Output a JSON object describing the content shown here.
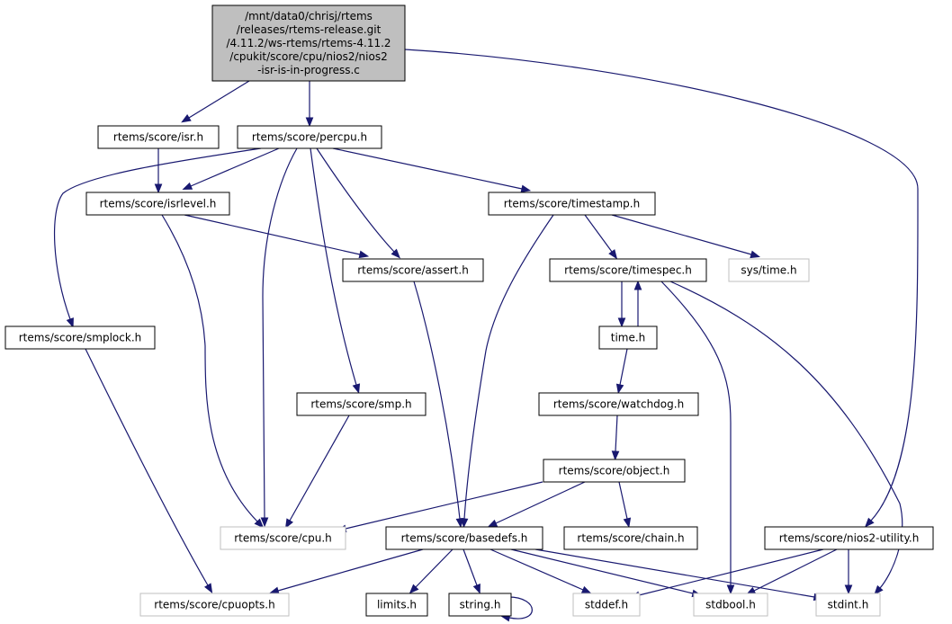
{
  "colors": {
    "edge": "#191970",
    "root_fill": "#bfbfbf",
    "node_border": "#000000",
    "missing_border": "#bfbfbf",
    "missing_text": "#404040",
    "background": "#ffffff"
  },
  "nodes": [
    {
      "id": "root",
      "kind": "root",
      "lines": [
        "/mnt/data0/chrisj/rtems",
        "/releases/rtems-release.git",
        "/4.11.2/ws-rtems/rtems-4.11.2",
        "/cpukit/score/cpu/nios2/nios2",
        "-isr-is-in-progress.c"
      ]
    },
    {
      "id": "isr",
      "kind": "file",
      "lines": [
        "rtems/score/isr.h"
      ]
    },
    {
      "id": "percpu",
      "kind": "file",
      "lines": [
        "rtems/score/percpu.h"
      ]
    },
    {
      "id": "isrlevel",
      "kind": "file",
      "lines": [
        "rtems/score/isrlevel.h"
      ]
    },
    {
      "id": "timestamp",
      "kind": "file",
      "lines": [
        "rtems/score/timestamp.h"
      ]
    },
    {
      "id": "assert",
      "kind": "file",
      "lines": [
        "rtems/score/assert.h"
      ]
    },
    {
      "id": "timespec",
      "kind": "file",
      "lines": [
        "rtems/score/timespec.h"
      ]
    },
    {
      "id": "systime",
      "kind": "missing",
      "lines": [
        "sys/time.h"
      ]
    },
    {
      "id": "smplock",
      "kind": "file",
      "lines": [
        "rtems/score/smplock.h"
      ]
    },
    {
      "id": "timeh",
      "kind": "file",
      "lines": [
        "time.h"
      ]
    },
    {
      "id": "smp",
      "kind": "file",
      "lines": [
        "rtems/score/smp.h"
      ]
    },
    {
      "id": "watchdog",
      "kind": "file",
      "lines": [
        "rtems/score/watchdog.h"
      ]
    },
    {
      "id": "object",
      "kind": "file",
      "lines": [
        "rtems/score/object.h"
      ]
    },
    {
      "id": "cpu",
      "kind": "missing",
      "lines": [
        "rtems/score/cpu.h"
      ]
    },
    {
      "id": "basedefs",
      "kind": "file",
      "lines": [
        "rtems/score/basedefs.h"
      ]
    },
    {
      "id": "chain",
      "kind": "file",
      "lines": [
        "rtems/score/chain.h"
      ]
    },
    {
      "id": "nios2util",
      "kind": "file",
      "lines": [
        "rtems/score/nios2-utility.h"
      ]
    },
    {
      "id": "cpuopts",
      "kind": "missing",
      "lines": [
        "rtems/score/cpuopts.h"
      ]
    },
    {
      "id": "limits",
      "kind": "file",
      "lines": [
        "limits.h"
      ]
    },
    {
      "id": "string",
      "kind": "file",
      "lines": [
        "string.h"
      ]
    },
    {
      "id": "stddef",
      "kind": "missing",
      "lines": [
        "stddef.h"
      ]
    },
    {
      "id": "stdbool",
      "kind": "missing",
      "lines": [
        "stdbool.h"
      ]
    },
    {
      "id": "stdint",
      "kind": "missing",
      "lines": [
        "stdint.h"
      ]
    }
  ],
  "edges": [
    {
      "from": "root",
      "to": "isr"
    },
    {
      "from": "root",
      "to": "percpu"
    },
    {
      "from": "root",
      "to": "nios2util"
    },
    {
      "from": "isr",
      "to": "isrlevel"
    },
    {
      "from": "percpu",
      "to": "isrlevel"
    },
    {
      "from": "percpu",
      "to": "smplock"
    },
    {
      "from": "percpu",
      "to": "cpu"
    },
    {
      "from": "percpu",
      "to": "smp"
    },
    {
      "from": "percpu",
      "to": "assert"
    },
    {
      "from": "percpu",
      "to": "timestamp"
    },
    {
      "from": "isrlevel",
      "to": "assert"
    },
    {
      "from": "isrlevel",
      "to": "cpu"
    },
    {
      "from": "timestamp",
      "to": "timespec"
    },
    {
      "from": "timestamp",
      "to": "systime"
    },
    {
      "from": "timestamp",
      "to": "basedefs"
    },
    {
      "from": "assert",
      "to": "basedefs"
    },
    {
      "from": "timespec",
      "to": "timeh"
    },
    {
      "from": "timeh",
      "to": "timespec"
    },
    {
      "from": "timespec",
      "to": "stdbool"
    },
    {
      "from": "timespec",
      "to": "stdint"
    },
    {
      "from": "timeh",
      "to": "watchdog"
    },
    {
      "from": "smplock",
      "to": "cpuopts"
    },
    {
      "from": "smp",
      "to": "cpu"
    },
    {
      "from": "watchdog",
      "to": "object"
    },
    {
      "from": "object",
      "to": "cpu"
    },
    {
      "from": "object",
      "to": "basedefs"
    },
    {
      "from": "object",
      "to": "chain"
    },
    {
      "from": "basedefs",
      "to": "cpuopts"
    },
    {
      "from": "basedefs",
      "to": "limits"
    },
    {
      "from": "basedefs",
      "to": "string"
    },
    {
      "from": "basedefs",
      "to": "stddef"
    },
    {
      "from": "basedefs",
      "to": "stdbool"
    },
    {
      "from": "basedefs",
      "to": "stdint"
    },
    {
      "from": "string",
      "to": "string"
    },
    {
      "from": "nios2util",
      "to": "stddef"
    },
    {
      "from": "nios2util",
      "to": "stdbool"
    },
    {
      "from": "nios2util",
      "to": "stdint"
    }
  ]
}
